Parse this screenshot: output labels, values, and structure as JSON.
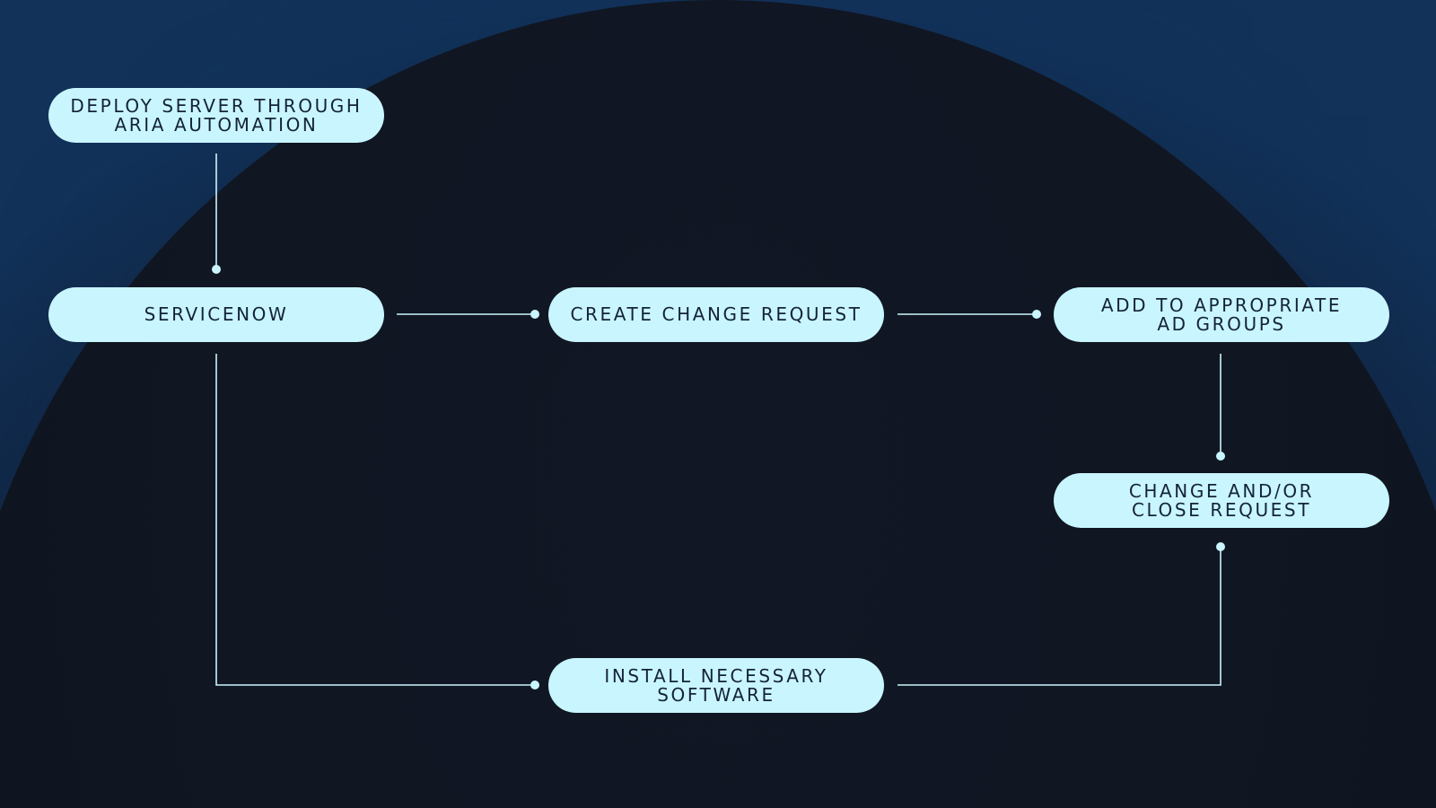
{
  "nodes": [
    {
      "id": "deploy",
      "label": "DEPLOY SERVER THROUGH\nARIA AUTOMATION"
    },
    {
      "id": "servicenow",
      "label": "SERVICENOW"
    },
    {
      "id": "create",
      "label": "CREATE CHANGE REQUEST"
    },
    {
      "id": "adgroups",
      "label": "ADD TO APPROPRIATE\nAD GROUPS"
    },
    {
      "id": "close",
      "label": "CHANGE AND/OR\nCLOSE REQUEST"
    },
    {
      "id": "install",
      "label": "INSTALL NECESSARY\nSOFTWARE"
    }
  ],
  "edges": [
    {
      "from": "deploy",
      "to": "servicenow"
    },
    {
      "from": "servicenow",
      "to": "create"
    },
    {
      "from": "create",
      "to": "adgroups"
    },
    {
      "from": "adgroups",
      "to": "close"
    },
    {
      "from": "servicenow",
      "to": "install"
    },
    {
      "from": "install",
      "to": "close"
    }
  ],
  "colors": {
    "node_fill": "#c9f5ff",
    "node_text": "#14233a",
    "connector": "#c9f5ff",
    "background_dark": "#10151f",
    "background_glow": "#12335b"
  }
}
